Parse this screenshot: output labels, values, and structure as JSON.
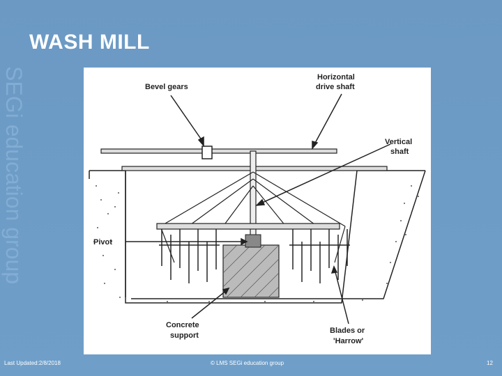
{
  "slide": {
    "title": "WASH MILL",
    "watermark": "SEGi education group",
    "footer_left": "Last Updated:2/8/2018",
    "footer_center": "© LMS SEGi education group",
    "page_number": "12"
  },
  "diagram": {
    "labels": {
      "bevel_gears": "Bevel gears",
      "horizontal_drive_shaft_line1": "Horizontal",
      "horizontal_drive_shaft_line2": "drive shaft",
      "vertical_shaft_line1": "Vertical",
      "vertical_shaft_line2": "shaft",
      "pivot": "Pivot",
      "concrete_support_line1": "Concrete",
      "concrete_support_line2": "support",
      "blades_line1": "Blades or",
      "blades_line2": "'Harrow'"
    }
  }
}
